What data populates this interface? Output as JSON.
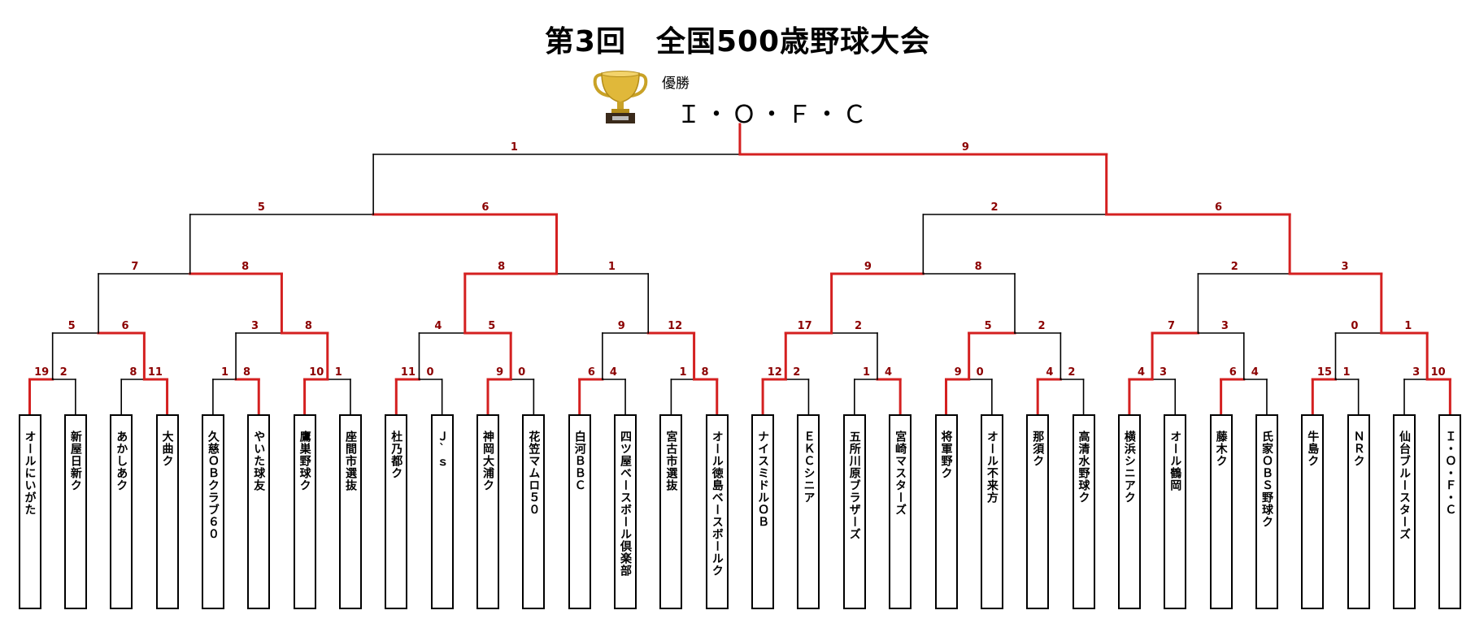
{
  "title": "第3回　全国500歳野球大会",
  "winner": {
    "label": "優勝",
    "name": "Ｉ・Ｏ・Ｆ・Ｃ"
  },
  "colors": {
    "win": "#d42020",
    "line": "#000000",
    "score": "#8b0000"
  },
  "icons": {
    "trophy": "trophy-icon"
  },
  "teams": [
    "オールにいがた",
    "新屋日新ク",
    "あかしあク",
    "大曲ク",
    "久慈ＯＢクラブ６０",
    "やいた球友",
    "鷹巣野球ク",
    "座間市選抜",
    "杜乃都ク",
    "Ｊ`ｓ",
    "神岡大浦ク",
    "花笠マムロ５０",
    "白河ＢＢＣ",
    "四ツ屋ベースボール倶楽部",
    "宮古市選抜",
    "オール徳島ベースボールク",
    "ナイスミドルＯＢ",
    "ＥＫＣシニア",
    "五所川原ブラザーズ",
    "宮崎マスターズ",
    "将軍野ク",
    "オール不来方",
    "那須ク",
    "高清水野球ク",
    "横浜シニアク",
    "オール鶴岡",
    "藤木ク",
    "氏家ＯＢＳ野球ク",
    "牛島ク",
    "ＮＲク",
    "仙台ブルースターズ",
    "Ｉ・Ｏ・Ｆ・Ｃ"
  ],
  "rounds": [
    [
      {
        "s": [
          19,
          2
        ],
        "w": 0
      },
      {
        "s": [
          8,
          11
        ],
        "w": 1
      },
      {
        "s": [
          1,
          8
        ],
        "w": 1
      },
      {
        "s": [
          10,
          1
        ],
        "w": 0
      },
      {
        "s": [
          11,
          0
        ],
        "w": 0
      },
      {
        "s": [
          9,
          0
        ],
        "w": 0
      },
      {
        "s": [
          6,
          4
        ],
        "w": 0
      },
      {
        "s": [
          1,
          8
        ],
        "w": 1
      },
      {
        "s": [
          12,
          2
        ],
        "w": 0
      },
      {
        "s": [
          1,
          4
        ],
        "w": 1
      },
      {
        "s": [
          9,
          0
        ],
        "w": 0
      },
      {
        "s": [
          4,
          2
        ],
        "w": 0
      },
      {
        "s": [
          4,
          3
        ],
        "w": 0
      },
      {
        "s": [
          6,
          4
        ],
        "w": 0
      },
      {
        "s": [
          15,
          1
        ],
        "w": 0
      },
      {
        "s": [
          3,
          10
        ],
        "w": 1
      }
    ],
    [
      {
        "s": [
          5,
          6
        ],
        "w": 1
      },
      {
        "s": [
          3,
          8
        ],
        "w": 1
      },
      {
        "s": [
          4,
          5
        ],
        "w": 1
      },
      {
        "s": [
          9,
          12
        ],
        "w": 1
      },
      {
        "s": [
          17,
          2
        ],
        "w": 0
      },
      {
        "s": [
          5,
          2
        ],
        "w": 0
      },
      {
        "s": [
          7,
          3
        ],
        "w": 0
      },
      {
        "s": [
          0,
          1
        ],
        "w": 1
      }
    ],
    [
      {
        "s": [
          7,
          8
        ],
        "w": 1
      },
      {
        "s": [
          8,
          1
        ],
        "w": 0
      },
      {
        "s": [
          9,
          8
        ],
        "w": 0
      },
      {
        "s": [
          2,
          3
        ],
        "w": 1
      }
    ],
    [
      {
        "s": [
          5,
          6
        ],
        "w": 1
      },
      {
        "s": [
          2,
          6
        ],
        "w": 1
      }
    ],
    [
      {
        "s": [
          1,
          9
        ],
        "w": 1
      }
    ]
  ]
}
